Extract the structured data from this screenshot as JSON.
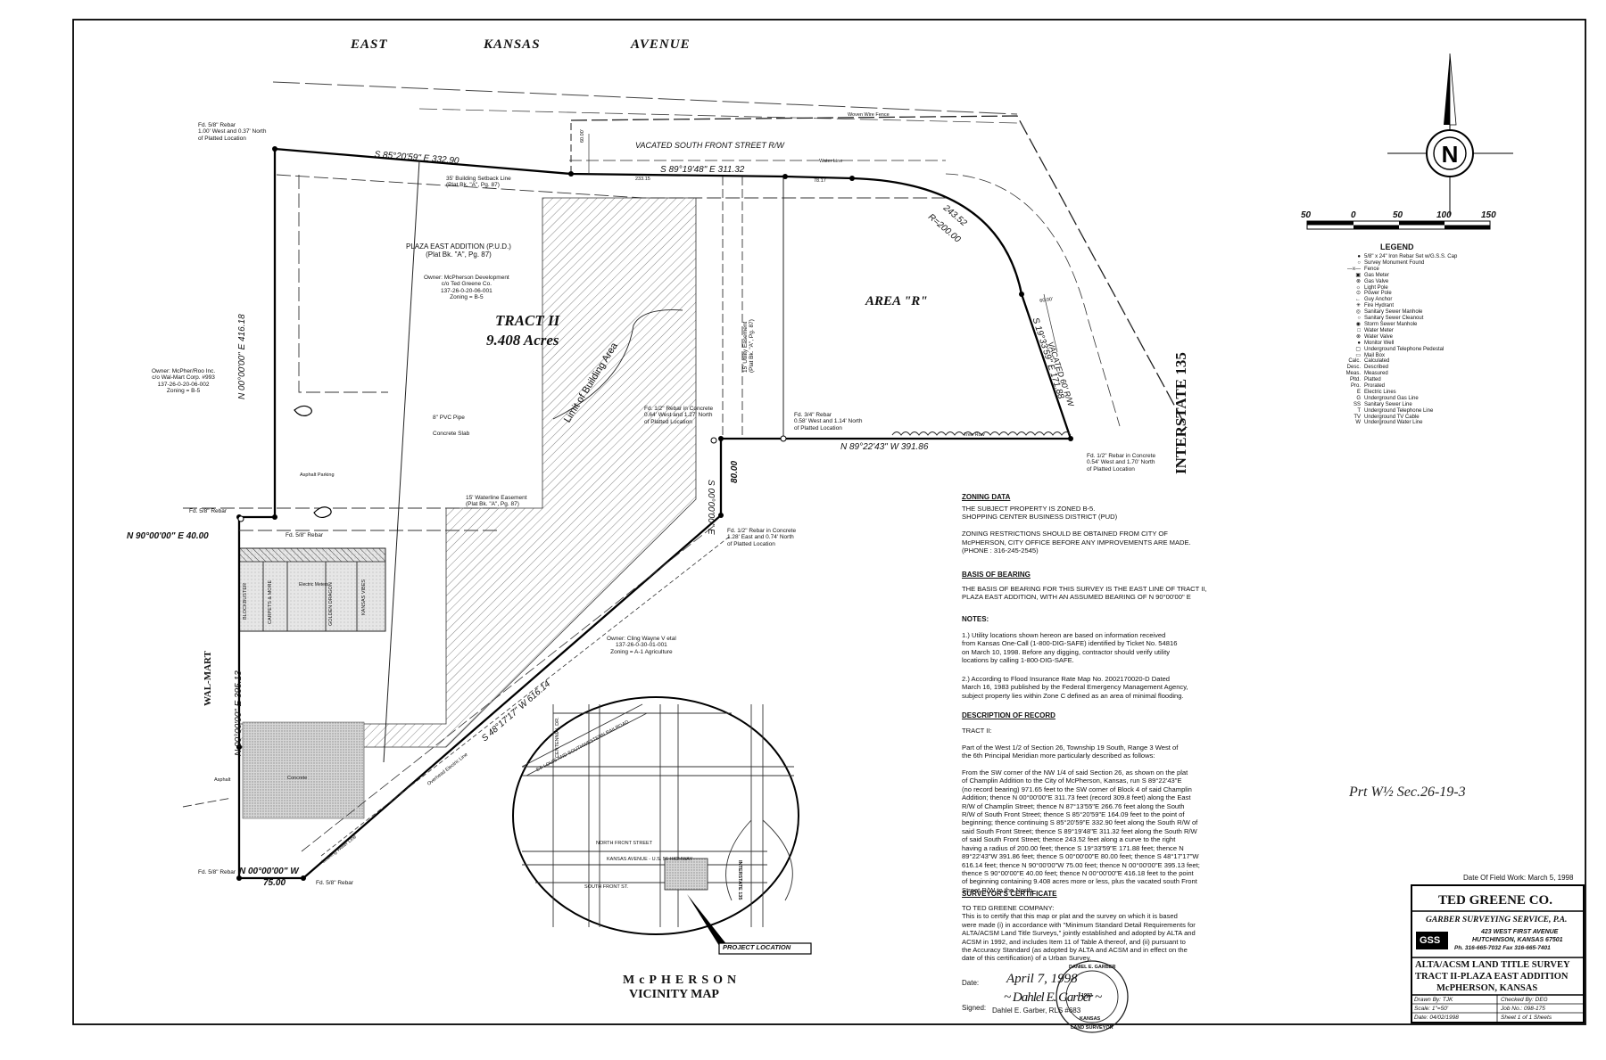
{
  "streets": {
    "east_kansas": [
      "EAST",
      "KANSAS",
      "AVENUE"
    ],
    "interstate": "INTERSTATE 135",
    "wal_mart": "WAL-MART"
  },
  "tract": {
    "name": "TRACT II",
    "acres": "9.408 Acres",
    "area_r": "AREA \"R\"",
    "limit": "Limit of Building Area",
    "vacated_sfs": "VACATED SOUTH FRONT STREET R/W",
    "vacated_60": "VACATED 60' R/W"
  },
  "bearings": {
    "b1": "S 85°20'59\" E 332.90",
    "b2": "S 89°19'48\" E 311.32",
    "b3": "N 00°00'00\" E 416.18",
    "b4": "N 90°00'00\" E 40.00",
    "b5": "N 00°00'00\" E 395.13",
    "b6": "N 00°00'00\" W",
    "b7": "75.00",
    "b8": "S 48°17'17\" W 616.14",
    "b9": "S 00°00'00\" E",
    "b10": "80.00",
    "b11": "N 89°22'43\" W 391.86",
    "b12": "S 19°33'59\" E 171.88",
    "b13": "243.52",
    "b14": "R=200.00",
    "d1": "233.15",
    "d2": "78.17",
    "d3": "60.00'",
    "d4": "60.00'"
  },
  "annotations": {
    "fd_nw": [
      "Fd. 5/8\" Rebar",
      "1.00' West and 0.37' North",
      "of Platted Location"
    ],
    "setback": [
      "35' Building Setback Line",
      "(Plat Bk. \"A\", Pg. 87)"
    ],
    "plaza": [
      "PLAZA EAST ADDITION (P.U.D.)",
      "(Plat Bk. \"A\", Pg. 87)",
      "Owner: McPherson Development",
      "c/o Ted Greene Co.",
      "137-26-0-20-06-001",
      "Zoning = B-5"
    ],
    "owner_west": [
      "Owner: McPher/Roo Inc.",
      "c/o Wal-Mart Corp. #993",
      "137-26-0-20-06-002",
      "Zoning = B-5"
    ],
    "pvc": "8\" PVC Pipe",
    "slab": "Concrete Slab",
    "asphalt_parking": "Asphalt Parking",
    "waterline": [
      "15' Waterline Easement",
      "(Plat Bk. \"A\", Pg. 87)"
    ],
    "fd_58_a": "Fd. 5/8\" Rebar",
    "fd_58_b": "Fd. 5/8\" Rebar",
    "fd_58_c": "Fd. 5/8\" Rebar",
    "fd_58_d": "Fd. 5/8\" Rebar",
    "utility": [
      "15' Utility Easement",
      "(Plat Bk. \"A\", Pg. 87)"
    ],
    "fd_12_a": [
      "Fd. 1/2\" Rebar in Concrete",
      "0.64' West and 1.27' North",
      "of Platted Location"
    ],
    "fd_34": [
      "Fd. 3/4\" Rebar",
      "0.58' West and 1.14' North",
      "of Platted Location"
    ],
    "fd_12_b": [
      "Fd. 1/2\" Rebar in Concrete",
      "0.54' West and 1.70' North",
      "of Platted Location"
    ],
    "fd_12_c": [
      "Fd. 1/2\" Rebar in Concrete",
      "1.28' East and 0.74' North",
      "of Platted Location"
    ],
    "owner_cline": [
      "Owner: Cling Wayne V etal",
      "137-26-0-30-01-001",
      "Zoning = A-1 Agriculture"
    ],
    "woven_fence": "Woven Wire Fence",
    "water_line": "Water Line",
    "tree_row": "Tree Row",
    "stores": [
      "BLOCKBUSTER",
      "CARPETS & MORE",
      "Electric Meters",
      "GOLDEN DRAGON",
      "KANSAS VIBES"
    ],
    "asphalt": "Asphalt",
    "concrete": "Concrete",
    "overhead": "Overhead Electric Line",
    "leaking": "Leaking Water Line"
  },
  "vicinity": {
    "title1": "McPHERSON",
    "title2": "VICINITY MAP",
    "project": "PROJECT LOCATION",
    "railroad": "ST. LOUIS AND SOUTHWESTERN RAILROAD",
    "kansas_ave": "KANSAS AVENUE - U.S. 56 HIGHWAY",
    "north_front": "NORTH FRONT STREET",
    "south_front": "SOUTH FRONT ST.",
    "i135": "INTERSTATE 135",
    "centennial": "CENTENNIAL DR."
  },
  "scale": {
    "labels": [
      "50",
      "0",
      "50",
      "100",
      "150"
    ]
  },
  "legend": {
    "title": "LEGEND",
    "items": [
      [
        "●",
        "5/8\" x 24\" Iron Rebar Set w/G.S.S. Cap"
      ],
      [
        "○",
        "Survey Monument Found"
      ],
      [
        "—x—",
        "Fence"
      ],
      [
        "▣",
        "Gas Meter"
      ],
      [
        "⊗",
        "Gas Valve"
      ],
      [
        "☼",
        "Light Pole"
      ],
      [
        "⊙",
        "Power Pole"
      ],
      [
        "←",
        "Guy Anchor"
      ],
      [
        "✳",
        "Fire Hydrant"
      ],
      [
        "◎",
        "Sanitary Sewer Manhole"
      ],
      [
        "○",
        "Sanitary Sewer Cleanout"
      ],
      [
        "◉",
        "Storm Sewer Manhole"
      ],
      [
        "□",
        "Water Meter"
      ],
      [
        "⊗",
        "Water Valve"
      ],
      [
        "●",
        "Monitor Well"
      ],
      [
        "▢",
        "Underground Telephone Pedestal"
      ],
      [
        "▭",
        "Mail Box"
      ],
      [
        "Calc.",
        "Calculated"
      ],
      [
        "Desc.",
        "Described"
      ],
      [
        "Meas.",
        "Measured"
      ],
      [
        "Pltd.",
        "Platted"
      ],
      [
        "Pro.",
        "Prorated"
      ],
      [
        "E",
        "Electric Lines"
      ],
      [
        "G",
        "Underground Gas Line"
      ],
      [
        "SS",
        "Sanitary Sewer Line"
      ],
      [
        "T",
        "Underground Telephone Line"
      ],
      [
        "TV",
        "Underground TV Cable"
      ],
      [
        "W",
        "Underground Water Line"
      ]
    ]
  },
  "notes": {
    "zoning_h": "ZONING DATA",
    "zoning": "THE SUBJECT PROPERTY IS ZONED B-5.\nSHOPPING CENTER BUSINESS DISTRICT (PUD)\n\nZONING RESTRICTIONS SHOULD BE OBTAINED FROM CITY OF\nMcPHERSON, CITY OFFICE BEFORE ANY IMPROVEMENTS ARE MADE.\n(PHONE : 316-245-2545)",
    "bearing_h": "BASIS OF BEARING",
    "bearing": "THE BASIS OF BEARING FOR THIS SURVEY IS THE EAST LINE OF TRACT II,\nPLAZA EAST ADDITION, WITH AN ASSUMED BEARING OF N 90°00'00\" E",
    "notes_h": "NOTES:",
    "note1": "1.)    Utility locations shown hereon are based on information received\nfrom Kansas One-Call (1-800-DIG-SAFE) identified by Ticket No. 54816\non March 10, 1998. Before any digging, contractor should verify utility\nlocations by calling 1-800-DIG-SAFE.",
    "note2": "2.)    According to Flood Insurance Rate Map No. 2002170020-D  Dated\nMarch 16, 1983 published by the Federal Emergency Management Agency,\nsubject property lies within Zone C defined as an area of minimal flooding.",
    "desc_h": "DESCRIPTION OF RECORD",
    "desc": "TRACT II:\n\n    Part of the West 1/2 of Section 26, Township 19 South, Range 3 West of\nthe 6th Principal Meridian more particularly described as follows:\n\n  From the SW corner of the NW 1/4 of said Section 26, as shown on the plat\nof Champlin Addition to the City of McPherson, Kansas, run S 89°22'43\"E\n(no record bearing) 971.65 feet to the SW corner of Block 4 of said Champlin\nAddition; thence N 00°00'00\"E 311.73 feet (record 309.8 feet) along the East\nR/W of Champlin Street; thence N 87°13'55\"E 266.76 feet along the South\nR/W of South Front Street; thence S 85°20'59\"E 164.09 feet to the point of\nbeginning; thence continuing S 85°20'59\"E 332.90 feet along the South R/W of\nsaid South Front Street; thence S 89°19'48\"E 311.32 feet along the South R/W\nof said South Front Street; thence 243.52 feet along a curve to the right\nhaving a radius of 200.00 feet; thence S 19°33'59\"E 171.88 feet; thence N\n89°22'43\"W 391.86 feet; thence S 00°00'00\"E 80.00 feet; thence S 48°17'17\"W\n616.14 feet; thence N 90°00'00\"W 75.00 feet; thence N 00°00'00\"E 395.13 feet;\nthence S 90°00'00\"E 40.00 feet; thence N 00°00'00\"E 416.18 feet to the point\nof beginning containing 9.408 acres more or less, plus the vacated south Front\nStreet R/W to the North.",
    "cert_h": "SURVEYOR'S CERTIFICATE",
    "cert": "       TO TED GREENE COMPANY:\nThis is to certify that this map or plat and the survey on which it is based\nwere made (i) in accordance with \"Minimum Standard Detail Requirements for\nALTA/ACSM Land Title Surveys,\" jointly established and adopted by ALTA and\nACSM in 1992, and includes Item 11 of Table A thereof, and (ii) pursuant to\nthe Accuracy Standard (as adopted by ALTA and ACSM and in effect on the\ndate of this certification) of a Urban Survey.",
    "date_label": "Date:",
    "signed_label": "Signed:",
    "signer": "Dahlel E. Garber, RLS #683",
    "sig_date": "April 7, 1998",
    "seal": [
      "DANIEL E. GARBER",
      "1993",
      "KANSAS",
      "LAND SURVEYOR"
    ]
  },
  "handwritten": "Prt W½ Sec.26-19-3",
  "title_block": {
    "field_date": "Date Of Field Work:  March 5, 1998",
    "client": "TED GREENE CO.",
    "firm": "GARBER SURVEYING SERVICE, P.A.",
    "logo": "GSS",
    "address1": "423 WEST FIRST AVENUE",
    "address2": "HUTCHINSON, KANSAS 67501",
    "phone": "Ph. 316-665-7032   Fax 316-665-7401",
    "title1": "ALTA/ACSM LAND TITLE SURVEY",
    "title2": "TRACT II-PLAZA EAST ADDITION",
    "title3": "McPHERSON, KANSAS",
    "drawn": "Drawn By: TJK",
    "checked": "Checked By: DEG",
    "scale": "Scale:  1\"=50'",
    "job": "Job No.:  098-175",
    "date": "Date:  04/02/1998",
    "sheet": "Sheet  1  of  1  Sheets"
  }
}
